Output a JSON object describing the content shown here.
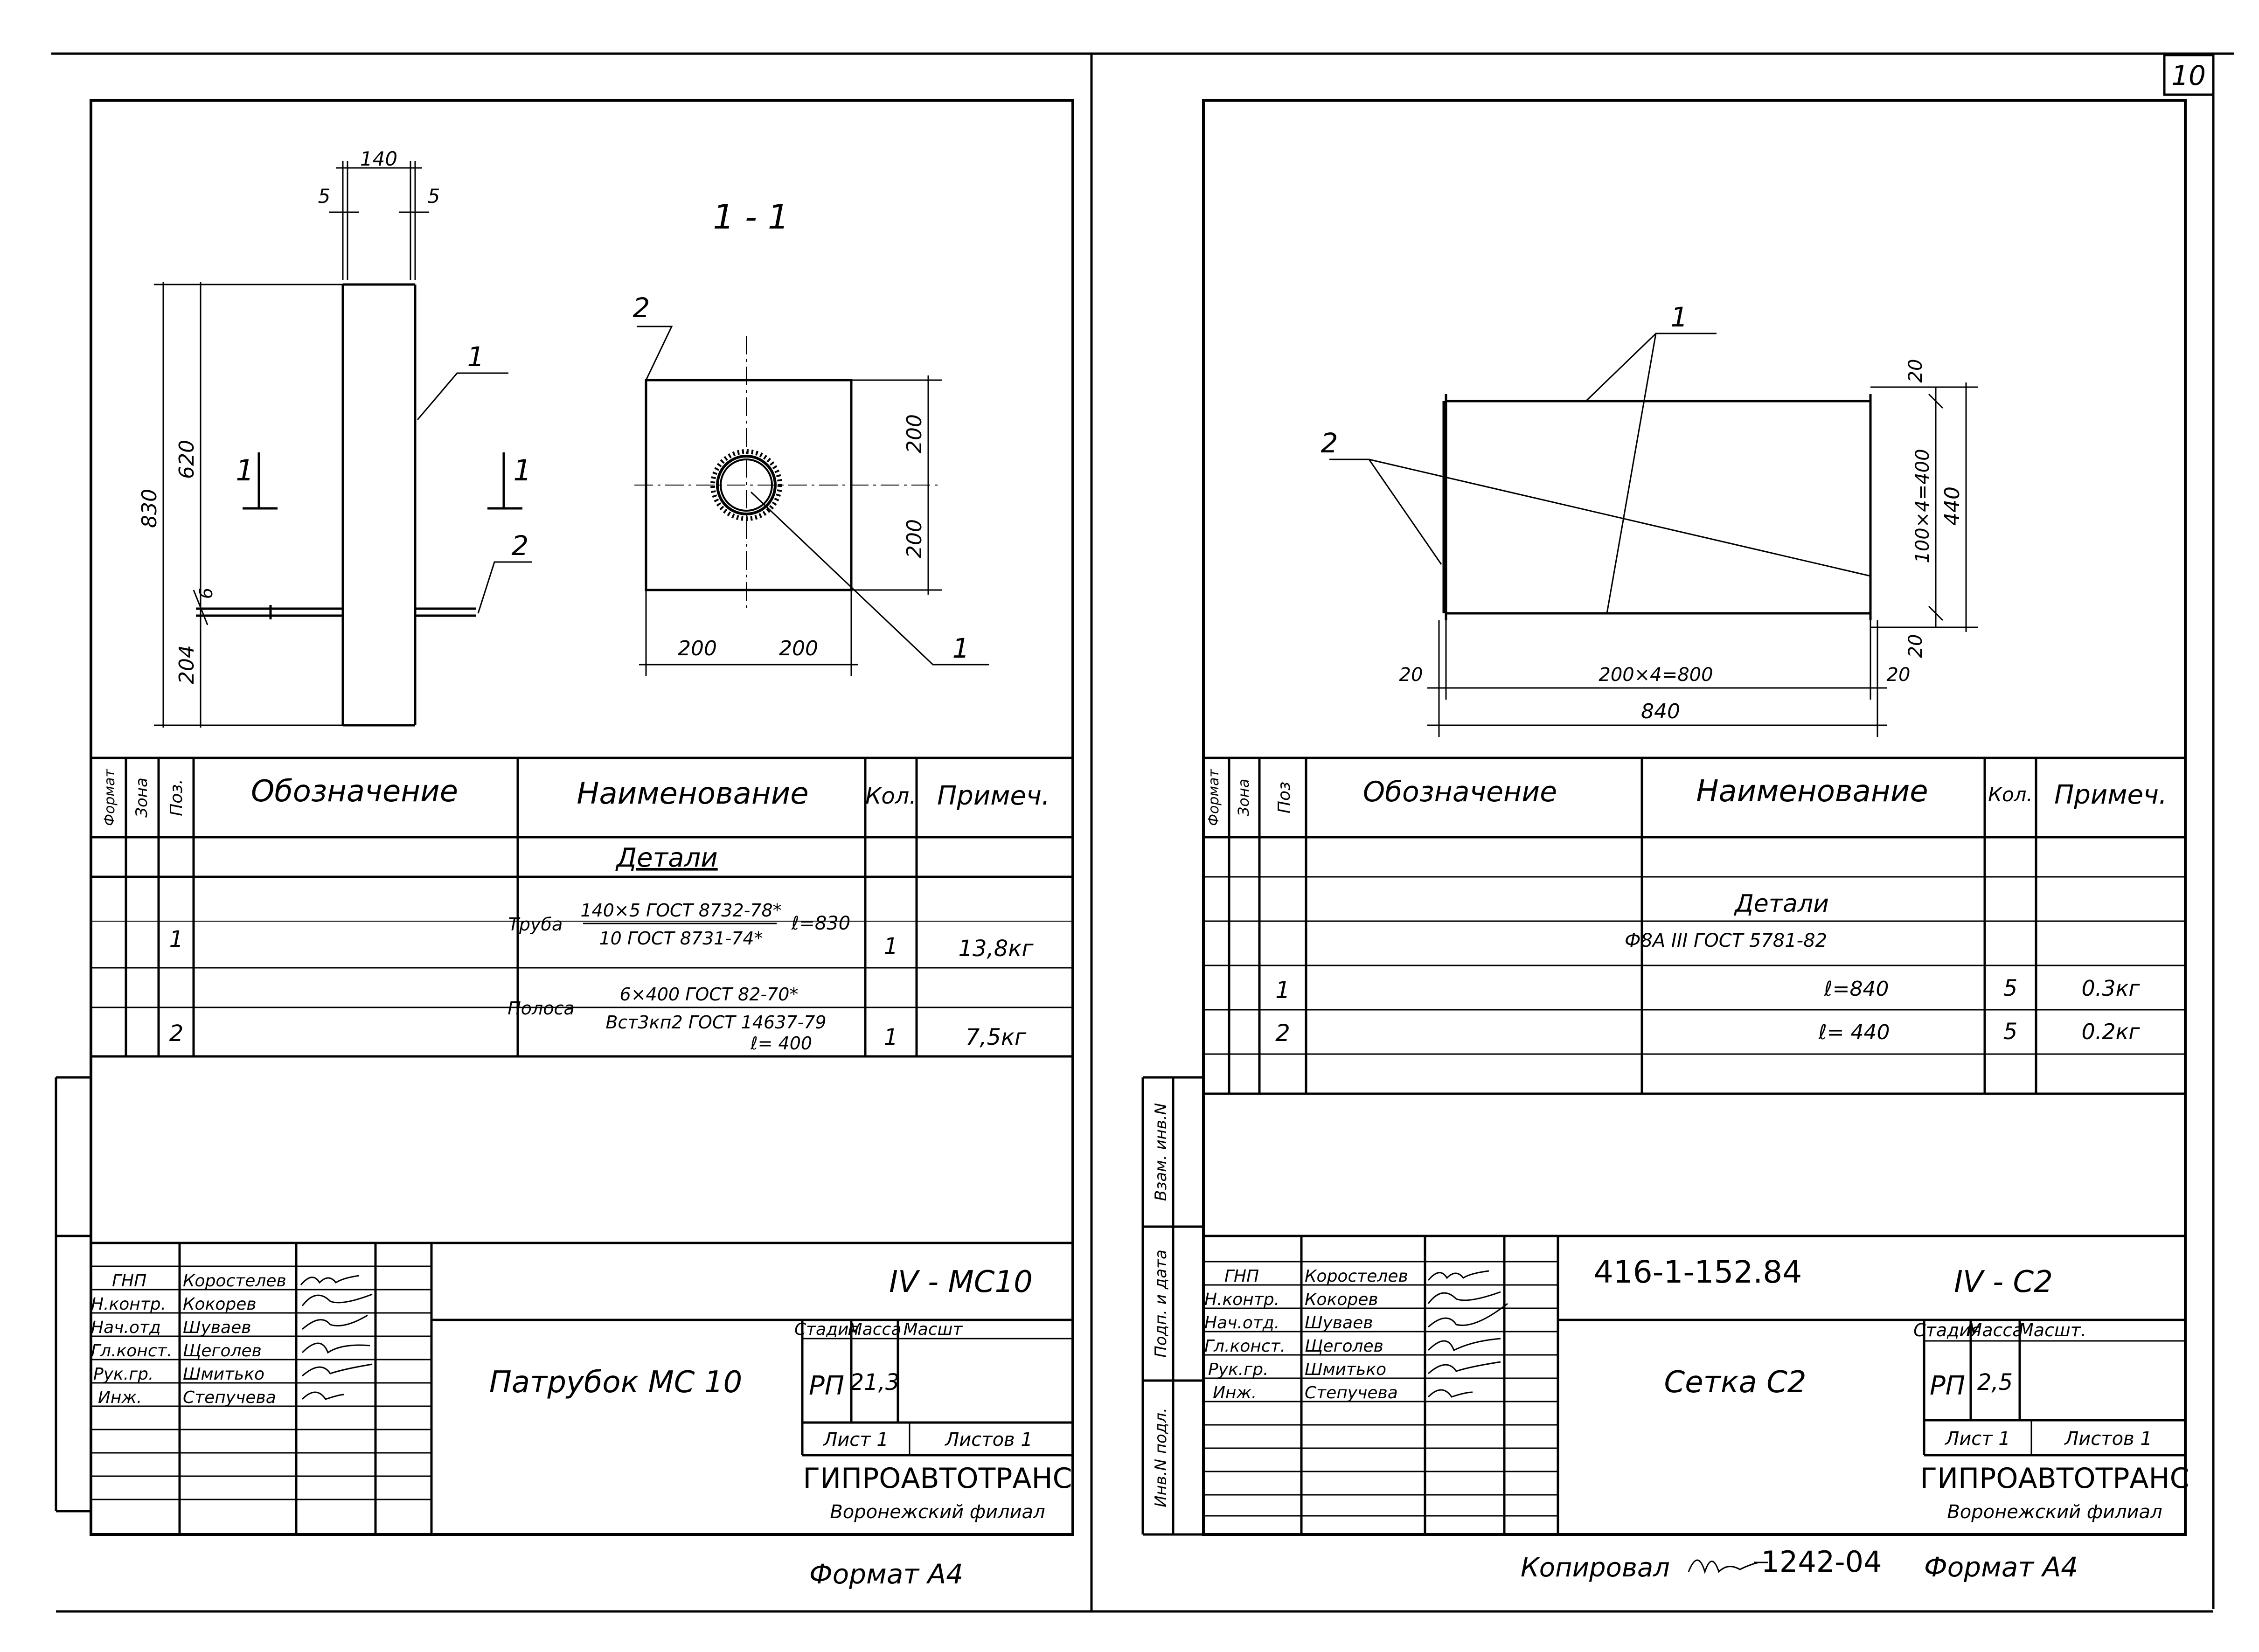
{
  "page_number": "10",
  "left_sheet": {
    "section_label": "1 - 1",
    "dims": {
      "d140": "140",
      "d5a": "5",
      "d5b": "5",
      "d830": "830",
      "d620": "620",
      "d204": "204",
      "d6": "6",
      "d200_r1": "200",
      "d200_r2": "200",
      "d200_b1": "200",
      "d200_b2": "200"
    },
    "leaders": {
      "p1_pipe": "1",
      "p2_plate": "2",
      "p2_section": "2",
      "p1_section": "1"
    },
    "cut_marks": {
      "left": "1",
      "right": "1"
    },
    "spec": {
      "headers": {
        "format": "Формат",
        "zone": "Зона",
        "pos": "Поз.",
        "designation": "Обозначение",
        "name": "Наименование",
        "qty": "Кол.",
        "note": "Примеч."
      },
      "group": "Детали",
      "rows": [
        {
          "pos": "1",
          "prefix": "Труба",
          "line1": "140×5 ГОСТ 8732-78*",
          "line2": "10 ГОСТ 8731-74*",
          "suffix": "ℓ=830",
          "qty": "1",
          "note": "13,8кг"
        },
        {
          "pos": "2",
          "prefix": "Полоса",
          "line1": "6×400 ГОСТ 82-70*",
          "line2": "Вст3кп2 ГОСТ 14637-79",
          "suffix": "ℓ= 400",
          "qty": "1",
          "note": "7,5кг"
        }
      ]
    },
    "title_block": {
      "code": "IV - MC10",
      "title": "Патрубок   MC 10",
      "people": [
        {
          "role": "ГНП",
          "name": "Коростелев"
        },
        {
          "role": "Н.контр.",
          "name": "Кокорев"
        },
        {
          "role": "Нач.отд",
          "name": "Шуваев"
        },
        {
          "role": "Гл.конст.",
          "name": "Щеголев"
        },
        {
          "role": "Рук.гр.",
          "name": "Шмитько"
        },
        {
          "role": "Инж.",
          "name": "Степучева"
        }
      ],
      "hdr_stage": "Стадия",
      "hdr_mass": "Масса",
      "hdr_scale": "Масшт",
      "stage": "РП",
      "mass": "21,3",
      "sheet": "Лист 1",
      "sheets": "Листов 1",
      "org1": "ГИПРОАВТОТРАНС",
      "org2": "Воронежский филиал"
    },
    "format": "Формат А4"
  },
  "right_sheet": {
    "leaders": {
      "p1": "1",
      "p2": "2"
    },
    "dims": {
      "d20_top": "20",
      "d100x4": "100×4=400",
      "d440": "440",
      "d20_bot": "20",
      "d20_left": "20",
      "d200x4": "200×4=800",
      "d20_right": "20",
      "d840": "840"
    },
    "spec": {
      "headers": {
        "format": "Формат",
        "zone": "Зона",
        "pos": "Поз",
        "designation": "Обозначение",
        "name": "Наименование",
        "qty": "Кол.",
        "note": "Примеч."
      },
      "group": "Детали",
      "material": "Ф8А III ГОСТ 5781-82",
      "rows": [
        {
          "pos": "1",
          "name": "ℓ=840",
          "qty": "5",
          "note": "0.3кг"
        },
        {
          "pos": "2",
          "name": "ℓ= 440",
          "qty": "5",
          "note": "0.2кг"
        }
      ]
    },
    "side_labels": {
      "vzam": "Взам. инв.N",
      "podp": "Подп. и дата",
      "inv": "Инв.N подл."
    },
    "title_block": {
      "doc_number": "416-1-152.84",
      "code": "IV - C2",
      "title": "Сетка   С2",
      "people": [
        {
          "role": "ГНП",
          "name": "Коростелев"
        },
        {
          "role": "Н.контр.",
          "name": "Кокорев"
        },
        {
          "role": "Нач.отд.",
          "name": "Шуваев"
        },
        {
          "role": "Гл.конст.",
          "name": "Щеголев"
        },
        {
          "role": "Рук.гр.",
          "name": "Шмитько"
        },
        {
          "role": "Инж.",
          "name": "Степучева"
        }
      ],
      "hdr_stage": "Стадия",
      "hdr_mass": "Масса",
      "hdr_scale": "Масшт.",
      "stage": "РП",
      "mass": "2,5",
      "sheet": "Лист 1",
      "sheets": "Листов 1",
      "org1": "ГИПРОАВТОТРАНС",
      "org2": "Воронежский филиал"
    },
    "copied": "Копировал",
    "copied_number": "1242-04",
    "format": "Формат А4"
  }
}
